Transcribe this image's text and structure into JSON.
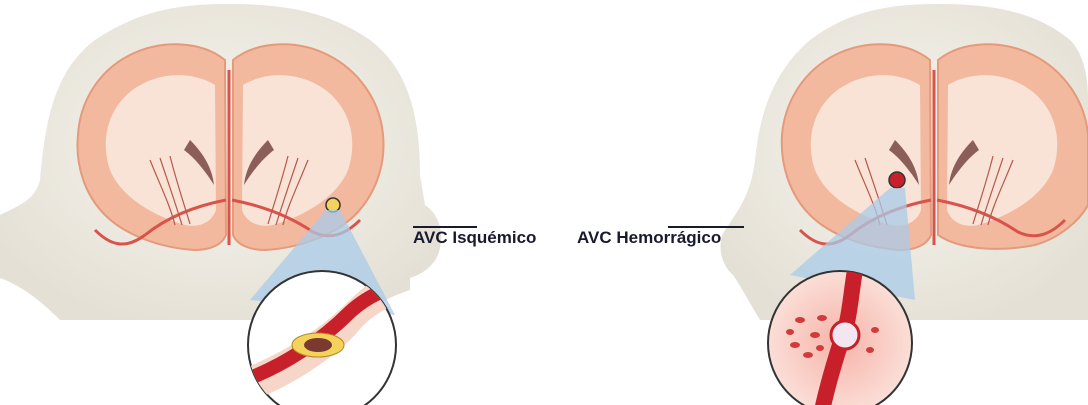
{
  "labels": {
    "ischemic": "AVC Isquémico",
    "hemorrhagic": "AVC Hemorrágico"
  },
  "colors": {
    "head": "#efece4",
    "brain_outer": "#f2b99e",
    "brain_inner": "#f8e3d6",
    "vessel": "#d9534a",
    "plaque": "#f3d35c",
    "blood": "#c8202a",
    "zoom_cone": "#a9cbe8",
    "text": "#1a1a2e"
  },
  "panels": [
    {
      "name": "ischemic-panel",
      "condition": "blocked artery"
    },
    {
      "name": "hemorrhagic-panel",
      "condition": "ruptured vessel"
    }
  ]
}
